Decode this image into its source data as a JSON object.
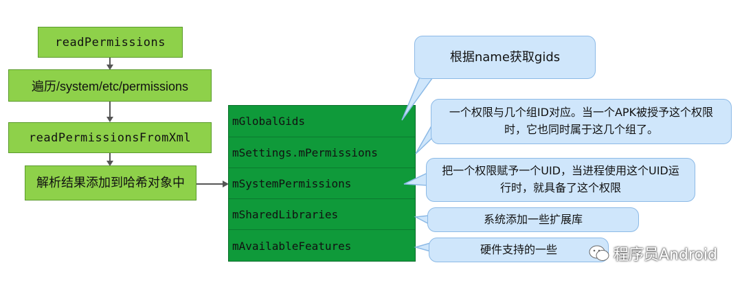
{
  "flow_steps": [
    "readPermissions",
    "遍历/system/etc/permissions",
    "readPermissionsFromXml",
    "解析结果添加到哈希对象中"
  ],
  "store_fields": [
    "mGlobalGids",
    "mSettings.mPermissions",
    "mSystemPermissions",
    "mSharedLibraries",
    "mAvailableFeatures"
  ],
  "callouts": [
    "根据name获取gids",
    "一个权限与几个组ID对应。当一个APK被授予这个权限时，它也同时属于这几个组了。",
    "把一个权限赋予一个UID，当进程使用这个UID运行时，就具备了这个权限",
    "系统添加一些扩展库",
    "硬件支持的一些"
  ],
  "watermark": "程序员Android",
  "colors": {
    "step_fill": "#8ed14a",
    "store_fill": "#0f9a3a",
    "callout_fill": "#cfe6fb"
  }
}
